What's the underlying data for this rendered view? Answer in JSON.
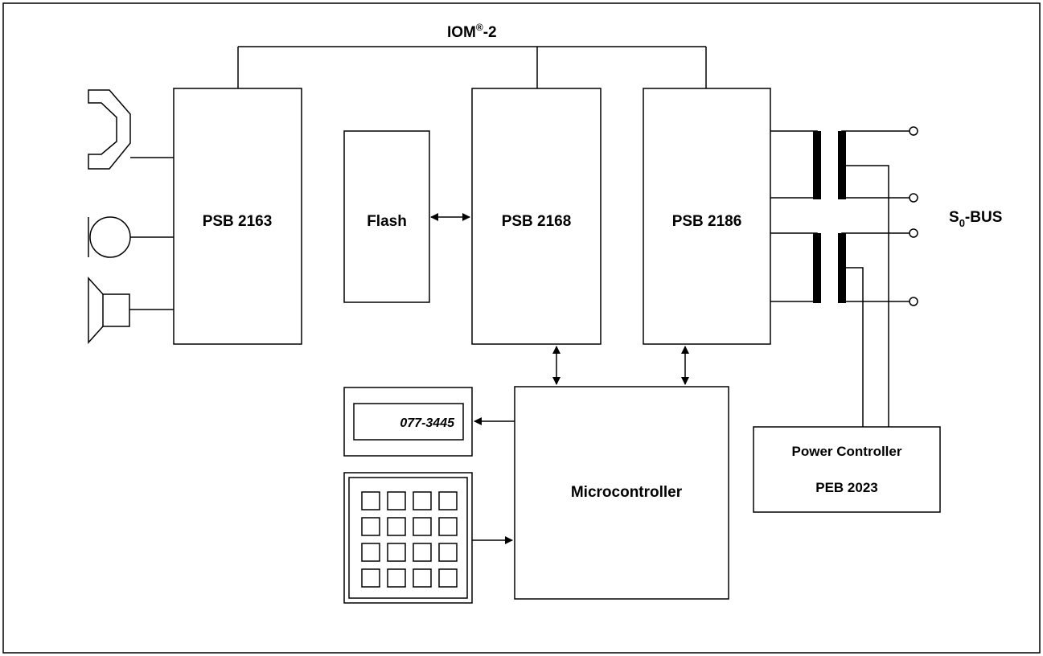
{
  "bus": {
    "name": "IOM",
    "superscript": "®",
    "suffix": "-2"
  },
  "blocks": {
    "codec": "PSB 2163",
    "flash": "Flash",
    "dsp": "PSB 2168",
    "isdn": "PSB 2186",
    "mcu": "Microcontroller",
    "power_line1": "Power Controller",
    "power_line2": "PEB 2023"
  },
  "display": {
    "text": "077-3445"
  },
  "s0bus": {
    "prefix": "S",
    "subscript": "0",
    "suffix": "-BUS"
  },
  "keypad": {
    "rows": 4,
    "cols": 4
  }
}
